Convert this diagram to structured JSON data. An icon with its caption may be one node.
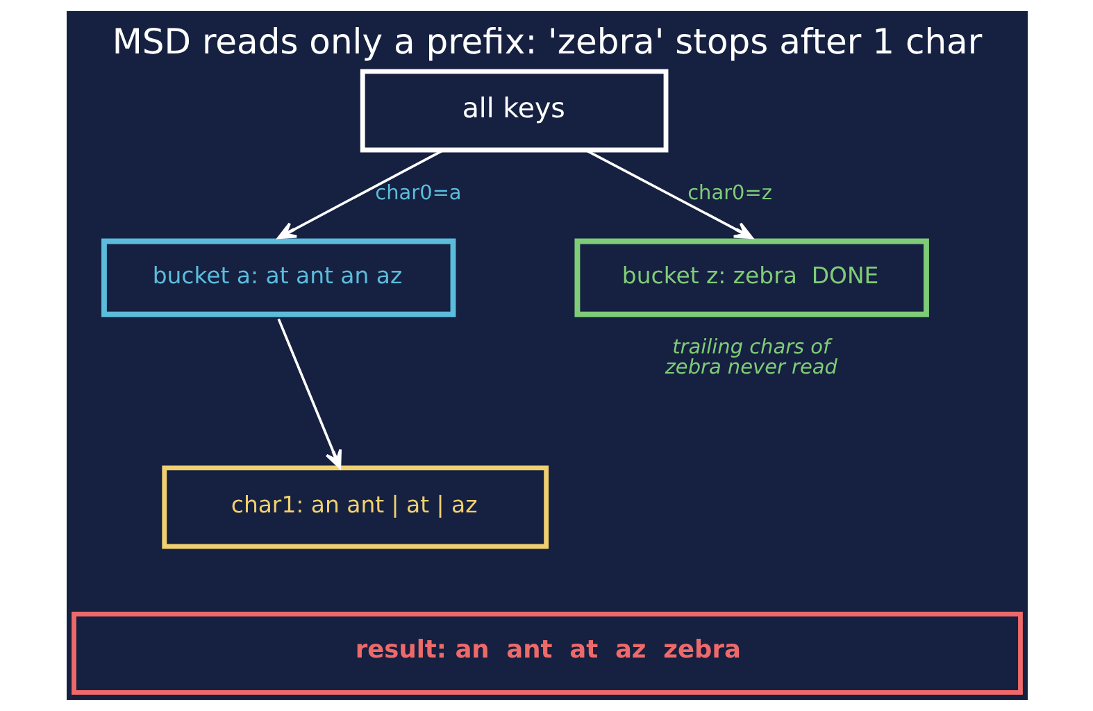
{
  "diagram": {
    "title": "MSD reads only a prefix: 'zebra' stops after 1 char",
    "nodes": [
      {
        "text": [
          "all keys"
        ]
      },
      {
        "text": [
          "bucket a: at ant an az"
        ]
      },
      {
        "text": [
          "bucket z: zebra  DONE"
        ],
        "beside": [
          "trailing chars of zebra never read"
        ]
      },
      {
        "text": [
          "char1: an ant | at | az"
        ]
      },
      {
        "text": [
          "result: an  ant  at  az  zebra"
        ]
      }
    ],
    "edges": [
      {
        "from": 0,
        "to": 1,
        "arrow": "to",
        "label": "char0=a"
      },
      {
        "from": 0,
        "to": 2,
        "arrow": "to",
        "label": "char0=z"
      },
      {
        "from": 1,
        "to": 3,
        "arrow": "to"
      }
    ]
  }
}
